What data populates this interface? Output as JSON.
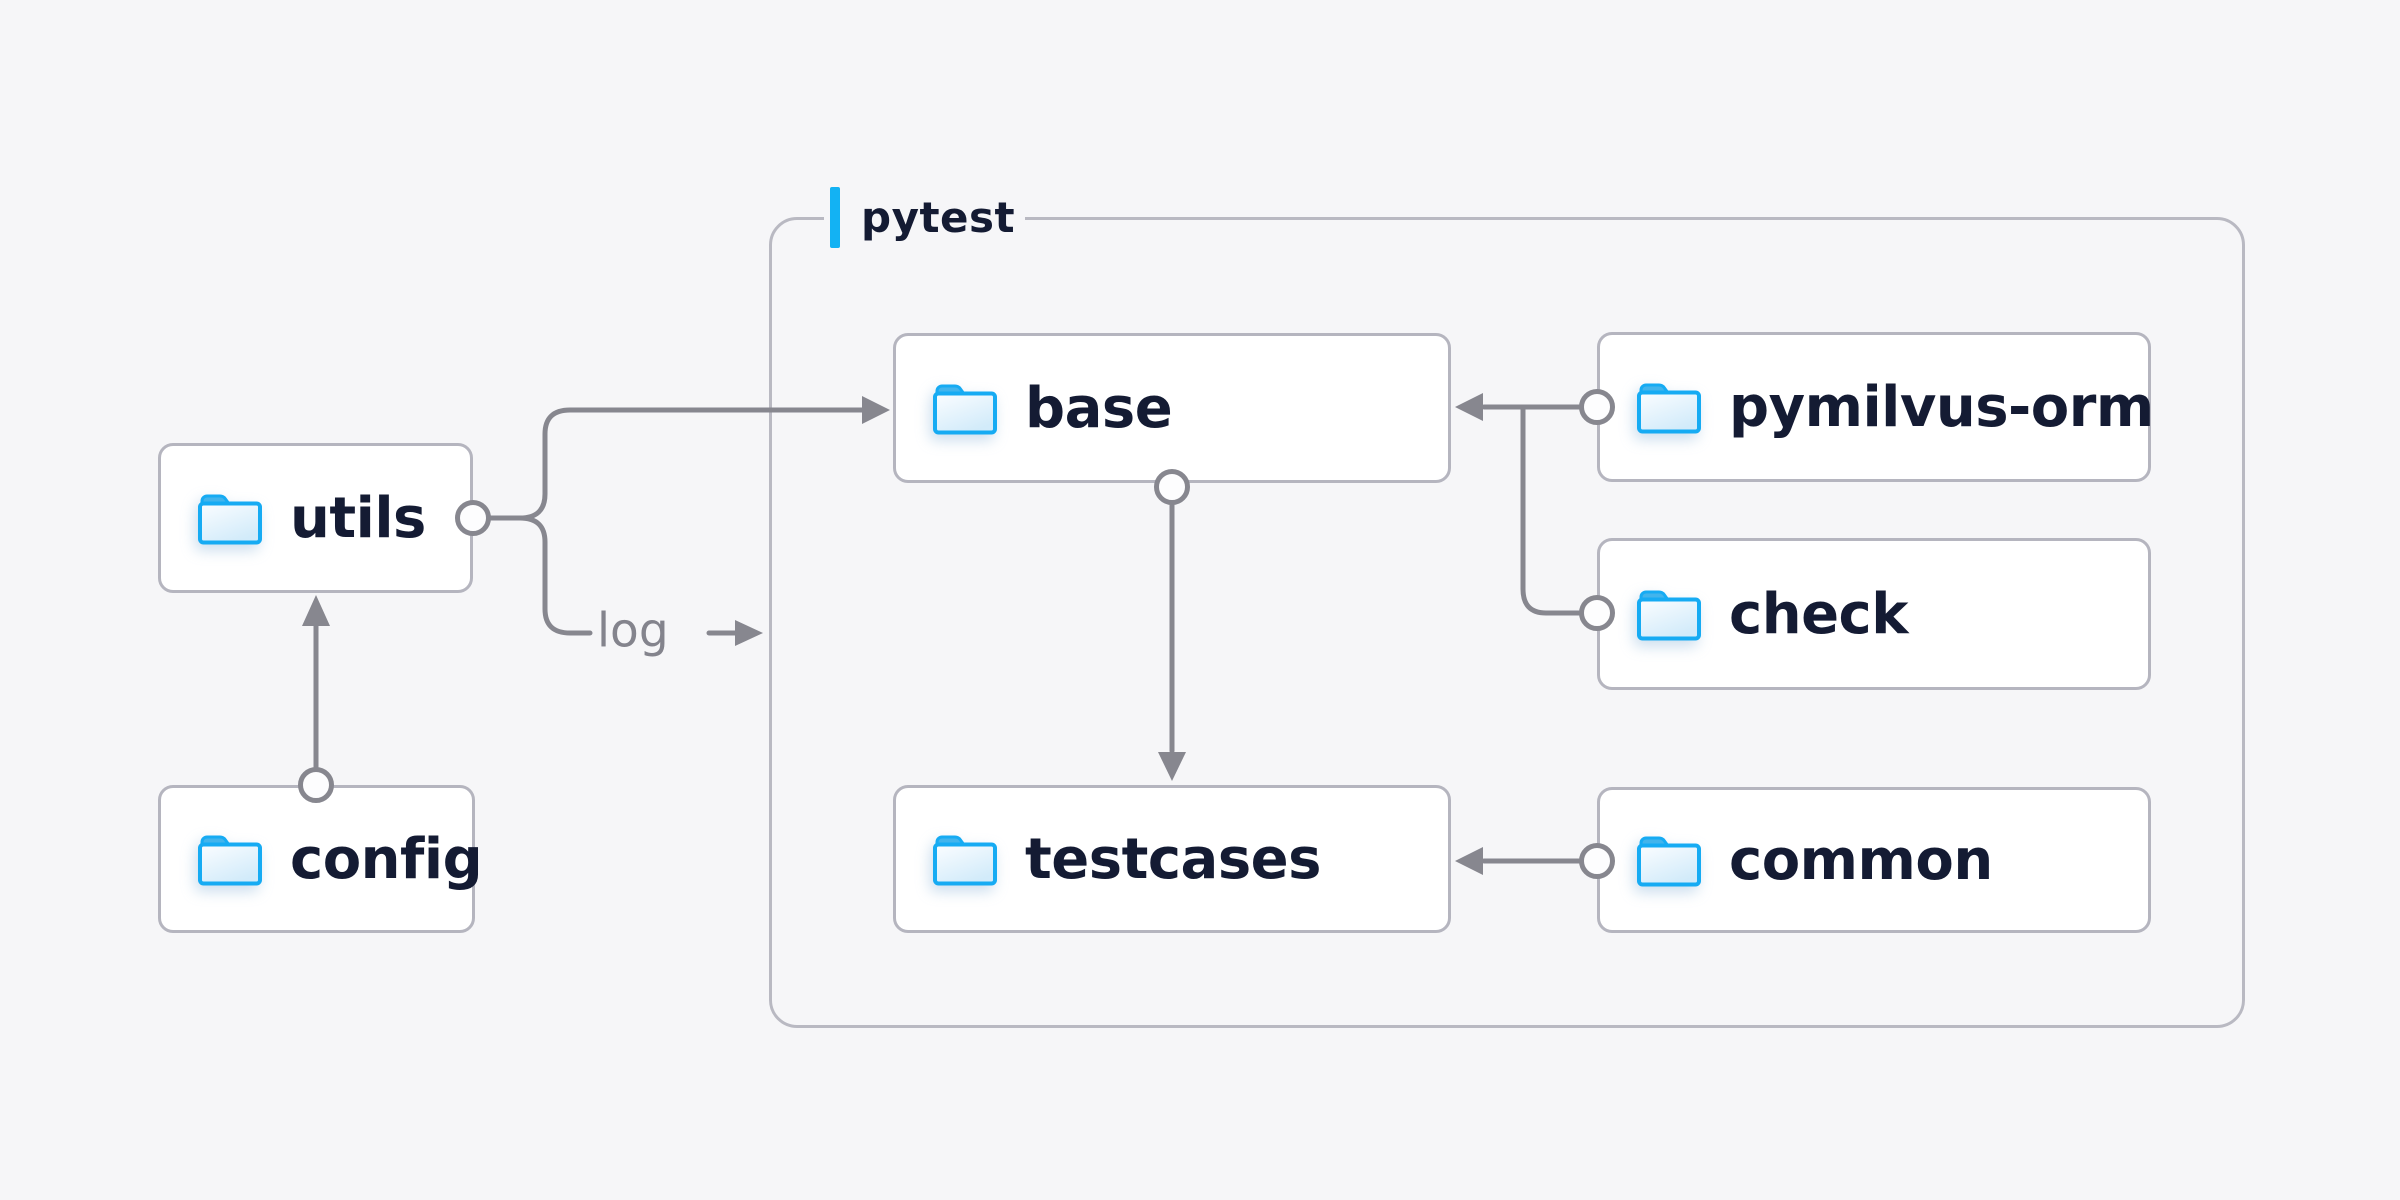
{
  "diagram": {
    "container": {
      "label": "pytest",
      "accent_color": "#13b2f3"
    },
    "nodes": [
      {
        "id": "utils",
        "label": "utils",
        "icon": "folder-icon"
      },
      {
        "id": "config",
        "label": "config",
        "icon": "folder-icon"
      },
      {
        "id": "base",
        "label": "base",
        "icon": "folder-icon"
      },
      {
        "id": "pymilvus-orm",
        "label": "pymilvus-orm",
        "icon": "folder-icon"
      },
      {
        "id": "check",
        "label": "check",
        "icon": "folder-icon"
      },
      {
        "id": "testcases",
        "label": "testcases",
        "icon": "folder-icon"
      },
      {
        "id": "common",
        "label": "common",
        "icon": "folder-icon"
      }
    ],
    "edge_label": "log",
    "edges": [
      {
        "from": "config",
        "to": "utils"
      },
      {
        "from": "utils",
        "to": "base"
      },
      {
        "from": "utils",
        "to": "pytest-container",
        "label": "log"
      },
      {
        "from": "pymilvus-orm",
        "to": "base"
      },
      {
        "from": "check",
        "to": "base"
      },
      {
        "from": "base",
        "to": "testcases"
      },
      {
        "from": "common",
        "to": "testcases"
      }
    ],
    "colors": {
      "background": "#f6f6f8",
      "node_fill": "#ffffff",
      "node_border": "#b5b5bf",
      "container_border": "#b9b9c2",
      "connector": "#87878f",
      "text": "#141b33",
      "muted_text": "#84848d",
      "accent_blue": "#13b2f3",
      "folder_stroke": "#16abf3",
      "folder_tab": "#42b4ec"
    }
  }
}
